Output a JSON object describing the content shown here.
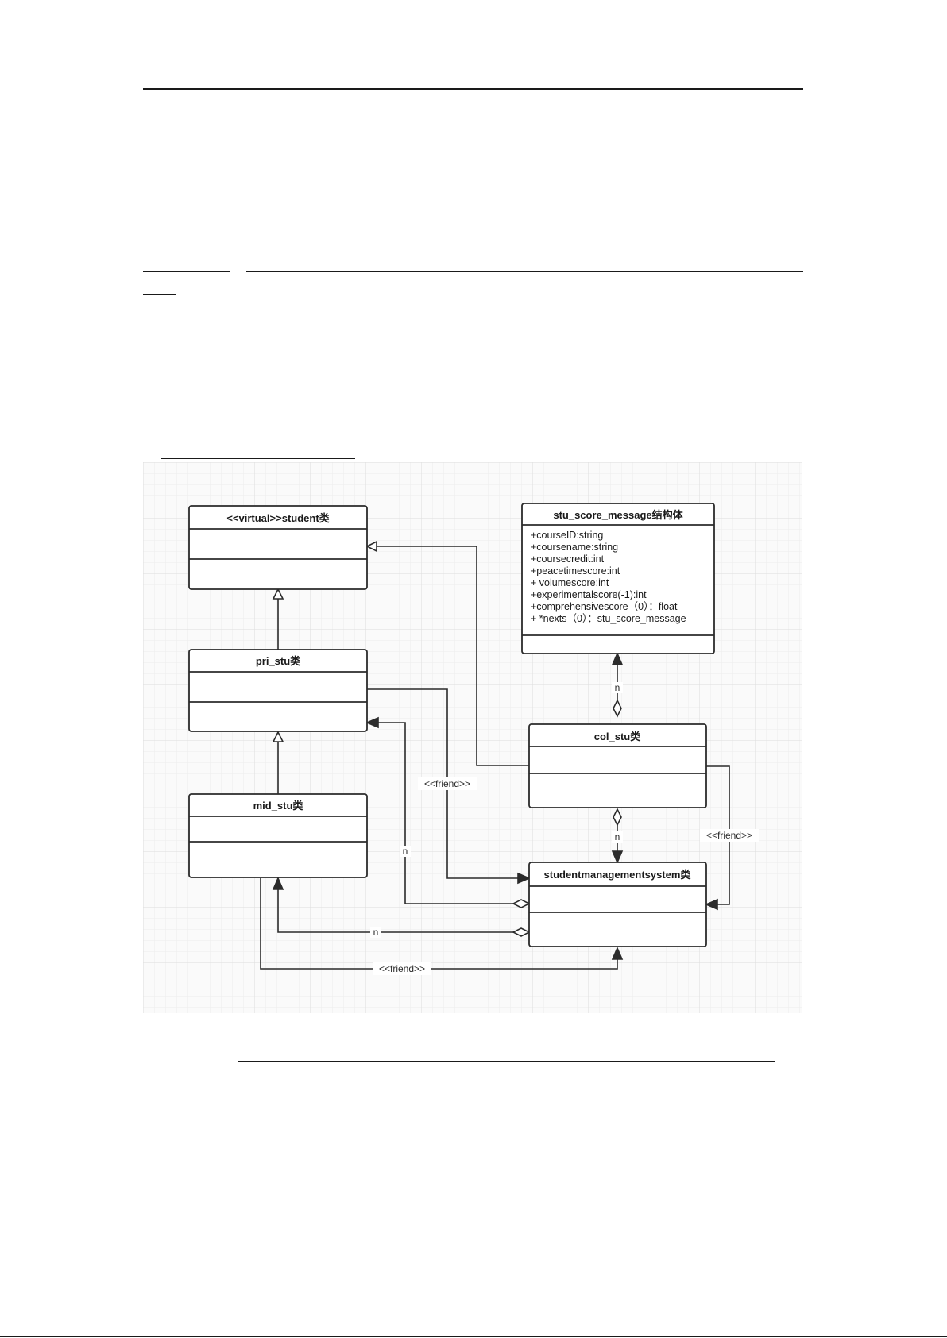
{
  "diagram": {
    "classes": [
      {
        "id": "student",
        "title": "<<virtual>>student类",
        "attributes": []
      },
      {
        "id": "stu_score_message",
        "title": "stu_score_message结构体",
        "attributes": [
          "+courseID:string",
          "+coursename:string",
          "+coursecredit:int",
          "+peacetimescore:int",
          "+ volumescore:int",
          "+experimentalscore(-1):int",
          "+comprehensivescore（0）：float",
          "+ *nexts（0）：stu_score_message"
        ]
      },
      {
        "id": "pri_stu",
        "title": "pri_stu类",
        "attributes": []
      },
      {
        "id": "col_stu",
        "title": "col_stu类",
        "attributes": []
      },
      {
        "id": "mid_stu",
        "title": "mid_stu类",
        "attributes": []
      },
      {
        "id": "sms",
        "title": "studentmanagementsystem类",
        "attributes": []
      }
    ],
    "labels": {
      "n_col_msg": "n",
      "n_col_sms": "n",
      "n_pri_sms": "n",
      "n_mid_sms": "n",
      "friend_pri_sms": "<<friend>>",
      "friend_col_sms": "<<friend>>",
      "friend_mid_sms": "<<friend>>"
    },
    "colors": {
      "grid": "#e6e6e6",
      "line": "#2b2b2b",
      "box_fill": "#ffffff"
    }
  }
}
